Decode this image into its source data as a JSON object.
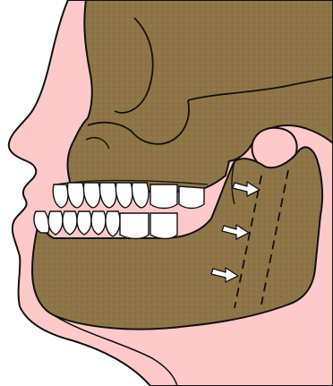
{
  "figure": {
    "subject": "lateral-view-skull-mandible-osteotomy",
    "colors": {
      "background": "#ffffff",
      "soft_tissue": "#ffc9c9",
      "bone": "#8e7548",
      "outline": "#111111",
      "tooth": "#ffffff",
      "arrow_fill": "#ffffff"
    },
    "arrow_count": 3,
    "cut_lines": 2
  }
}
